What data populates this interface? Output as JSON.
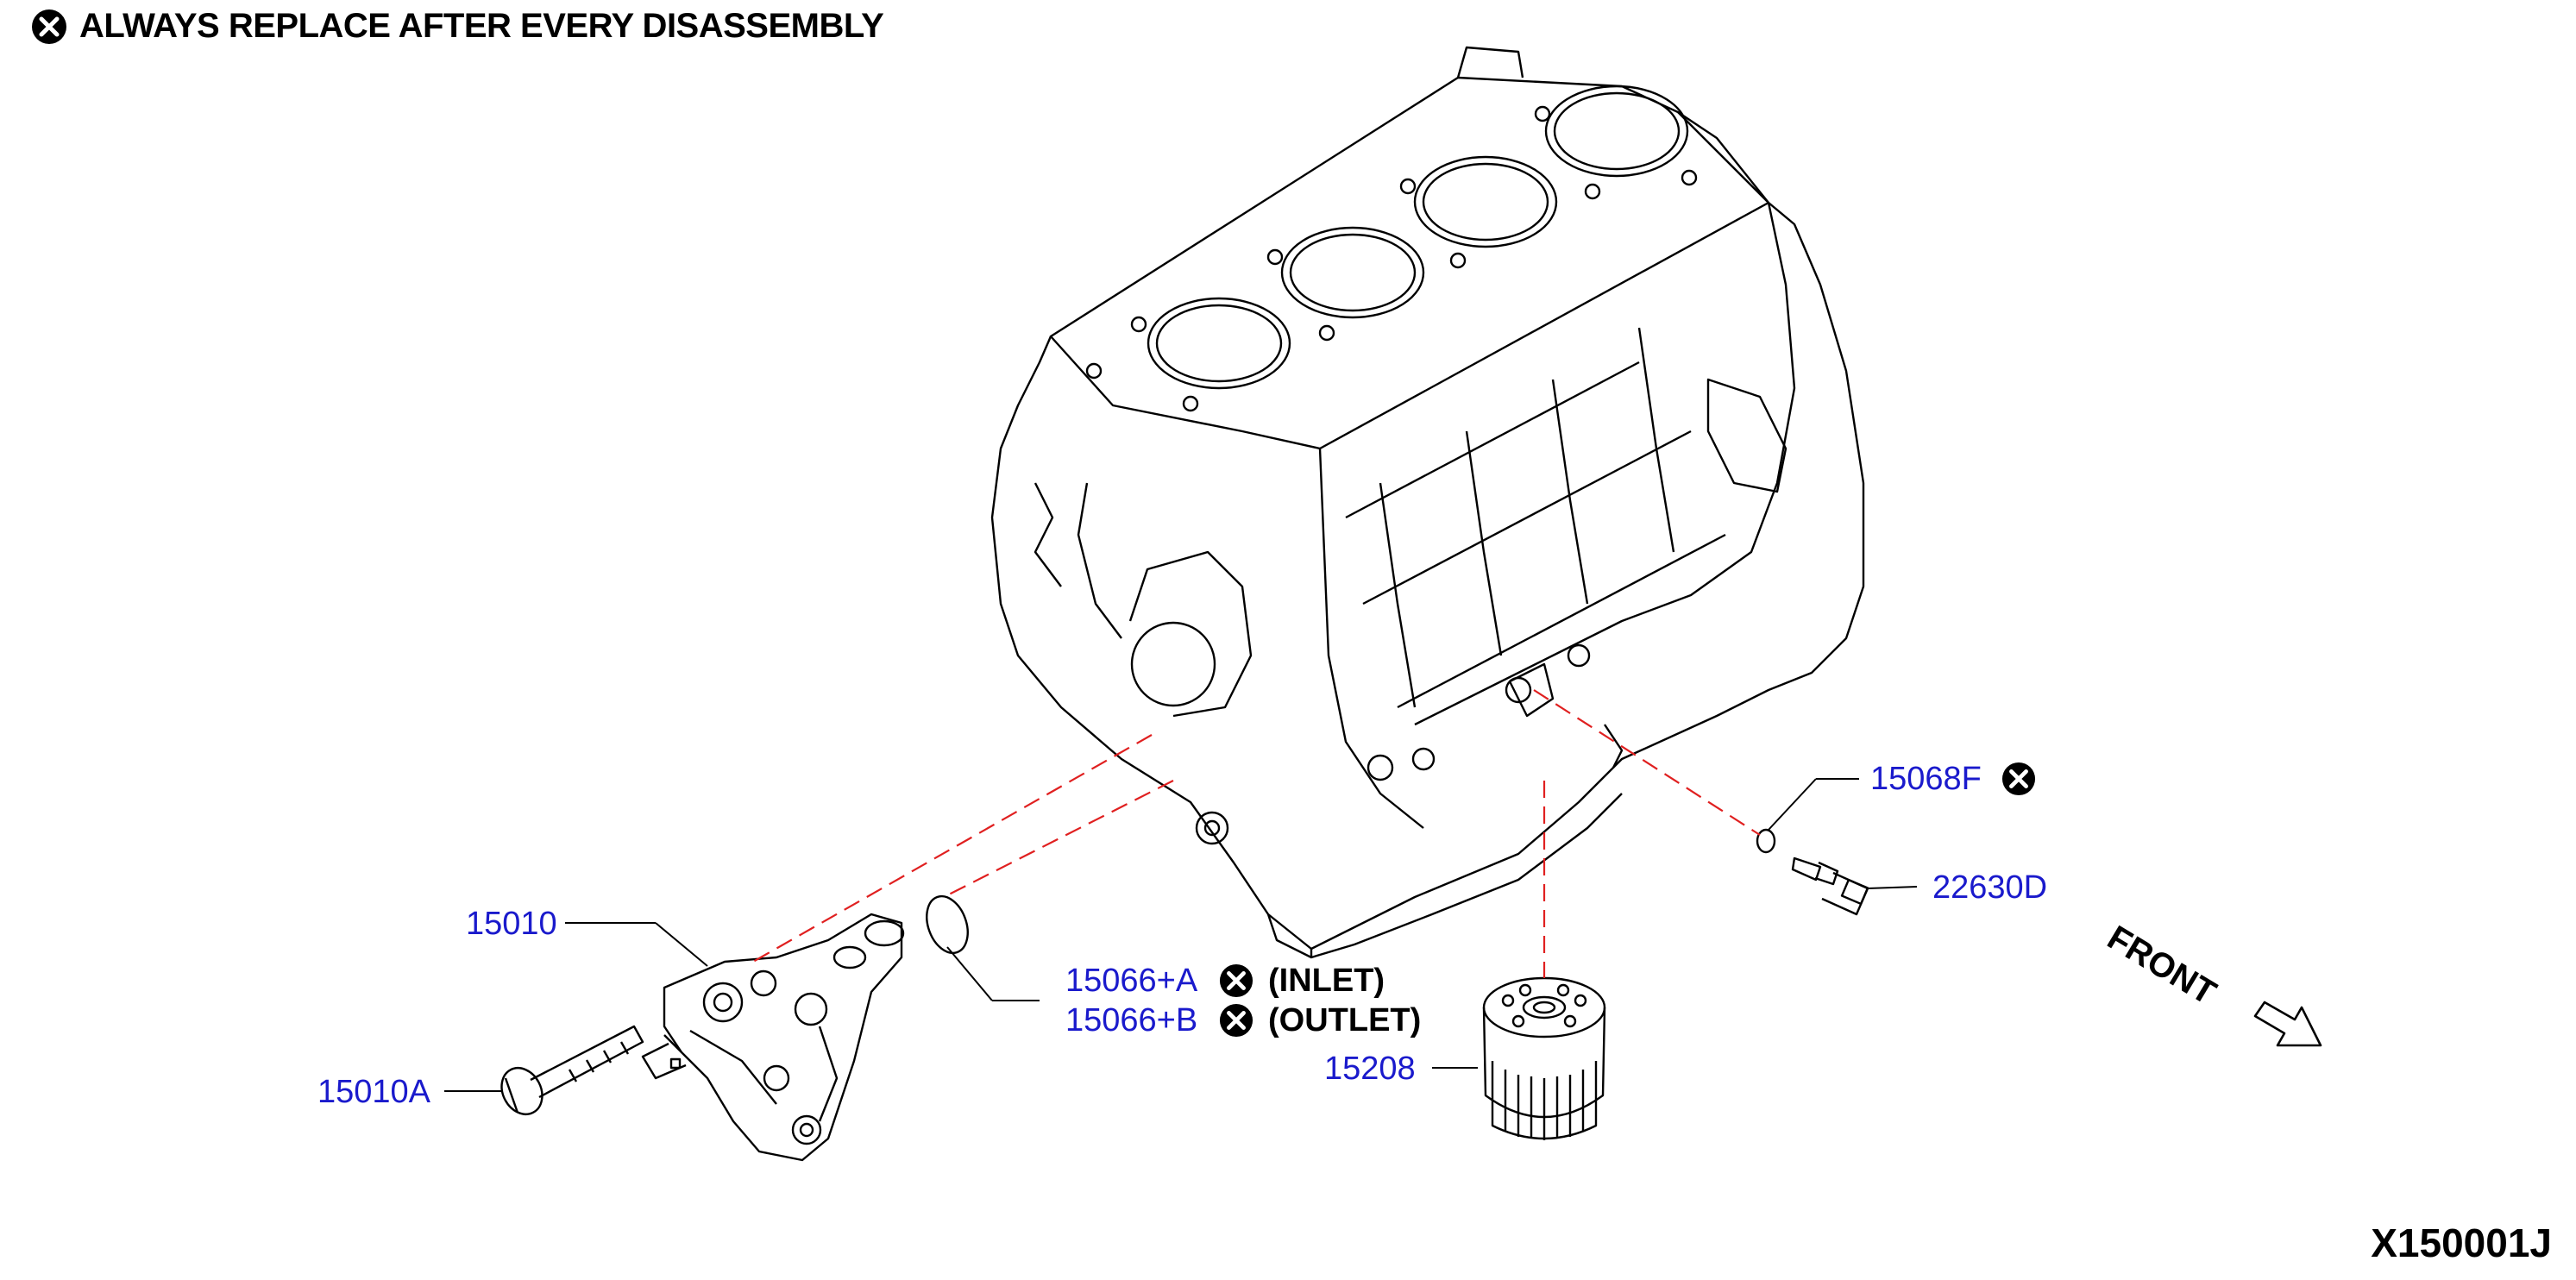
{
  "legend": {
    "text": "ALWAYS REPLACE AFTER EVERY DISASSEMBLY",
    "symbol": "replace-mark-icon"
  },
  "parts": [
    {
      "key": "p15068F",
      "number": "15068F",
      "replace": true
    },
    {
      "key": "p22630D",
      "number": "22630D",
      "replace": false
    },
    {
      "key": "p15010",
      "number": "15010",
      "replace": false
    },
    {
      "key": "p15066A",
      "number": "15066+A",
      "replace": true,
      "note": "(INLET)"
    },
    {
      "key": "p15066B",
      "number": "15066+B",
      "replace": true,
      "note": "(OUTLET)"
    },
    {
      "key": "p15208",
      "number": "15208",
      "replace": false
    },
    {
      "key": "p15010A",
      "number": "15010A",
      "replace": false
    }
  ],
  "direction": {
    "label": "FRONT",
    "icon": "front-arrow-icon"
  },
  "diagram_code": "X150001J",
  "colors": {
    "part_number": "#1a1acc",
    "dash_line": "#e02020",
    "line": "#000000"
  }
}
